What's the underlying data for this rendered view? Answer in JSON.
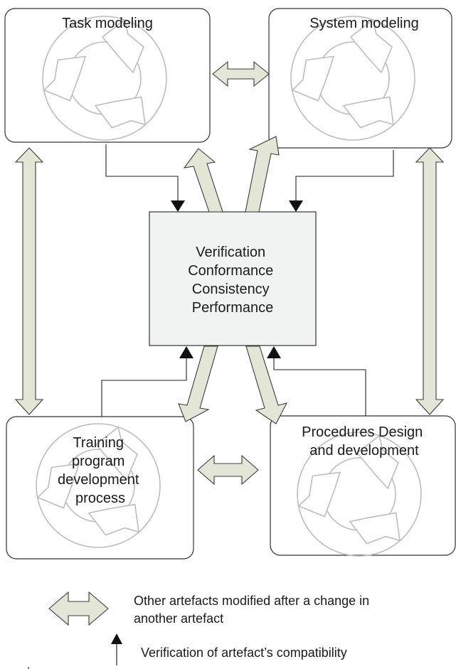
{
  "boxes": {
    "task": {
      "title": "Task modeling"
    },
    "system": {
      "title": "System modeling"
    },
    "center": {
      "lines": [
        "Verification",
        "Conformance",
        "Consistency",
        "Performance"
      ]
    },
    "training": {
      "lines": [
        "Training",
        "program",
        "development",
        "process"
      ]
    },
    "procedures": {
      "lines": [
        "Procedures Design",
        "and development"
      ]
    }
  },
  "legend": {
    "double_arrow_text": [
      "Other artefacts modified after a change in",
      "another artefact"
    ],
    "verification_text": "Verification of artefact’s compatibility"
  },
  "colors": {
    "arrow_fill": "#e3e6d6",
    "arrow_stroke": "#3c3c3c",
    "center_fill": "#f1f3f2",
    "cycle_stroke": "#bdbdbd"
  },
  "icons": [
    "cycle-icon",
    "double-arrow-icon",
    "verification-arrow-icon"
  ]
}
